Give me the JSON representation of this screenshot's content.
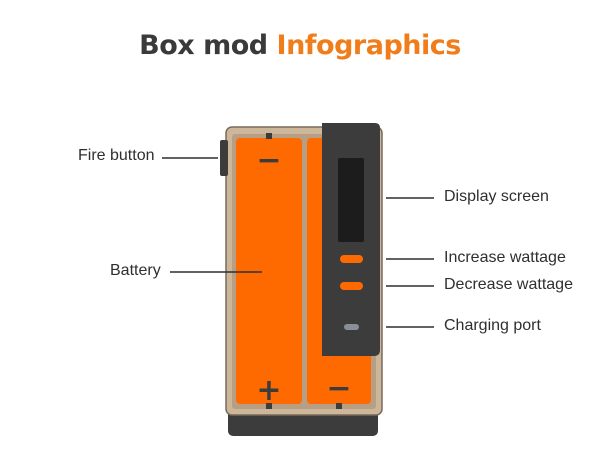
{
  "title": {
    "part1": "Box mod",
    "part2": "Infographics"
  },
  "labels": {
    "fire_button": "Fire button",
    "battery": "Battery",
    "display_screen": "Display screen",
    "increase_wattage": "Increase wattage",
    "decrease_wattage": "Decrease wattage",
    "charging_port": "Charging port"
  },
  "battery_symbols": {
    "minus": "−",
    "plus": "+"
  },
  "colors": {
    "accent": "#f07d1a",
    "battery": "#ff6a00",
    "body_dark": "#3c3c3c",
    "shell": "#cdb79a",
    "text": "#2f2f2f"
  }
}
